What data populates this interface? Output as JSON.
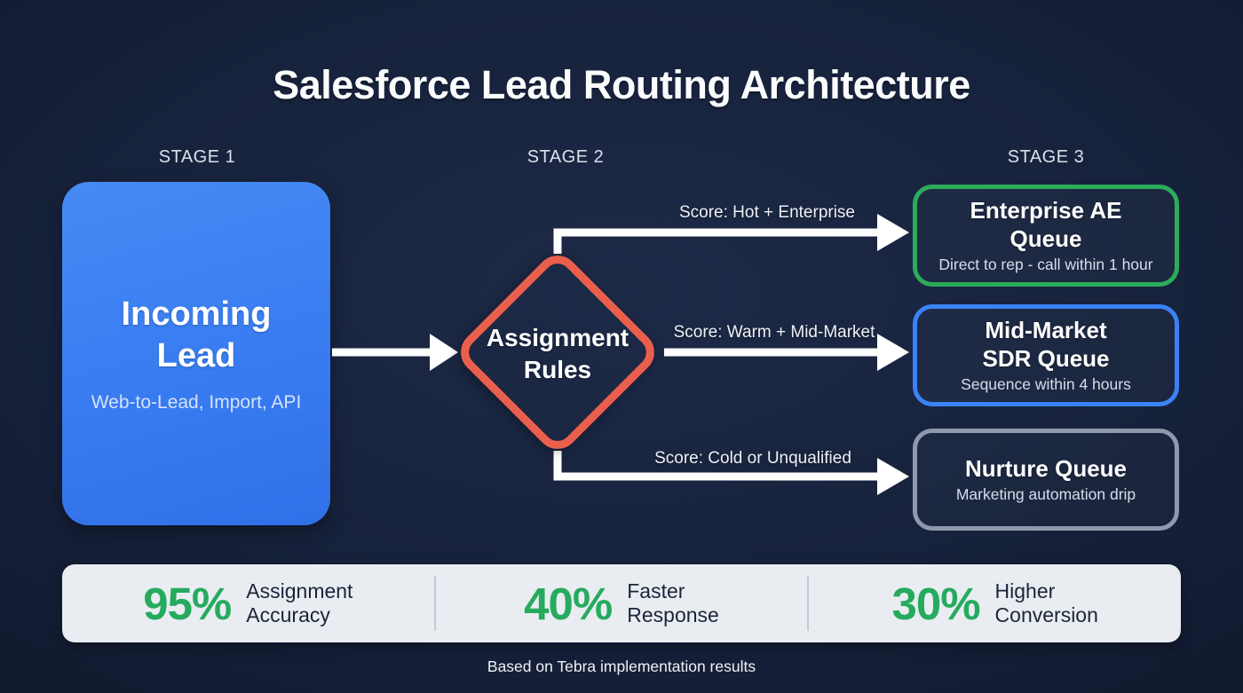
{
  "title": "Salesforce Lead Routing Architecture",
  "stage_labels": [
    "STAGE 1",
    "STAGE 2",
    "STAGE 3"
  ],
  "incoming_card": {
    "title_lines": [
      "Incoming",
      "Lead"
    ],
    "subtitle": "Web-to-Lead, Import, API"
  },
  "decision_diamond": {
    "title_lines": [
      "Assignment",
      "Rules"
    ]
  },
  "route_labels": [
    "Score: Hot + Enterprise",
    "Score: Warm + Mid-Market",
    "Score: Cold or Unqualified"
  ],
  "queues": [
    {
      "title_lines": [
        "Enterprise AE",
        "Queue"
      ],
      "subtitle": "Direct to rep - call within 1 hour",
      "border_color": "#2cab5b"
    },
    {
      "title_lines": [
        "Mid-Market",
        "SDR Queue"
      ],
      "subtitle": "Sequence within 4 hours",
      "border_color": "#3b82f6"
    },
    {
      "title_lines": [
        "Nurture Queue"
      ],
      "subtitle": "Marketing automation drip",
      "border_color": "#8e9aab"
    }
  ],
  "stats_bar": {
    "items": [
      {
        "value": "95%",
        "label_lines": [
          "Assignment",
          "Accuracy"
        ]
      },
      {
        "value": "40%",
        "label_lines": [
          "Faster",
          "Response"
        ]
      },
      {
        "value": "30%",
        "label_lines": [
          "Higher",
          "Conversion"
        ]
      }
    ]
  },
  "footer": "Based on Tebra implementation results",
  "colors": {
    "background": "#17223c",
    "incoming_card_blue": "#3b7ef2",
    "diamond_border_red": "#ea5f4c",
    "arrow_white": "#ffffff",
    "queue_green": "#2cab5b",
    "queue_blue": "#3b82f6",
    "queue_gray": "#8e9aab",
    "stats_bar_bg": "#e9edf2",
    "stat_value_green": "#26ab5e",
    "stat_label_navy": "#1a2539"
  }
}
